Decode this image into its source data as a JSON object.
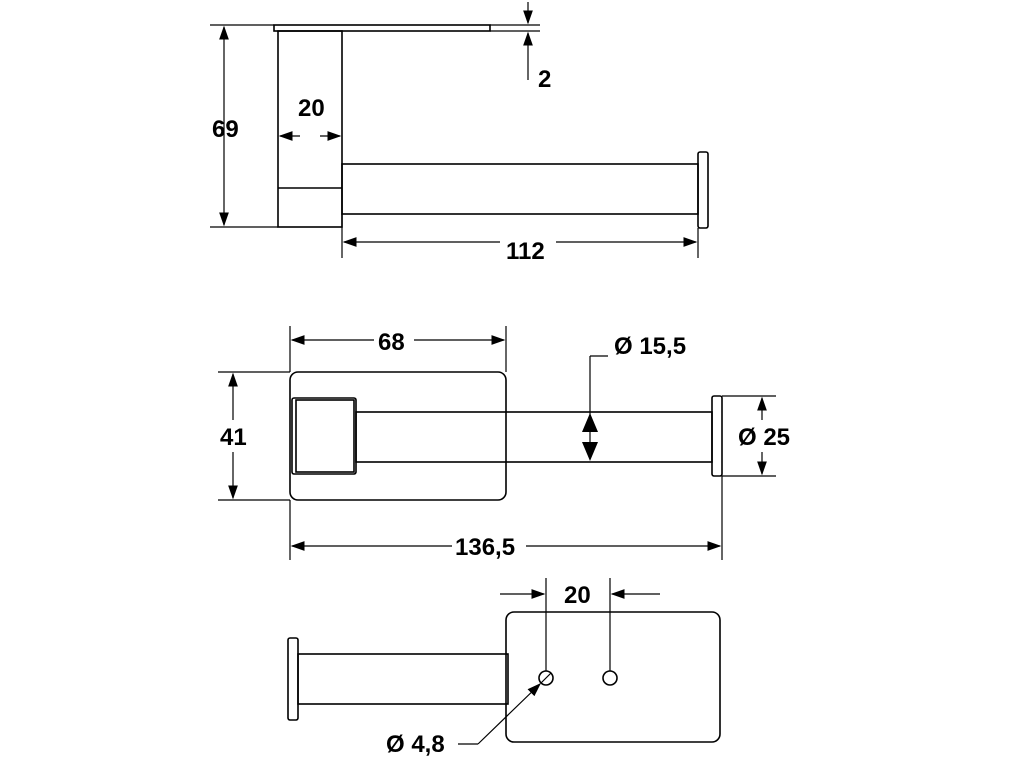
{
  "dimensions": {
    "side_height": "69",
    "side_post_width": "20",
    "side_plate_thickness": "2",
    "side_arm_length": "112",
    "front_plate_width": "68",
    "front_plate_height": "41",
    "front_arm_diameter": "Ø 15,5",
    "front_cap_diameter": "Ø 25",
    "front_total_length": "136,5",
    "back_hole_spacing": "20",
    "back_hole_diameter": "Ø 4,8"
  }
}
